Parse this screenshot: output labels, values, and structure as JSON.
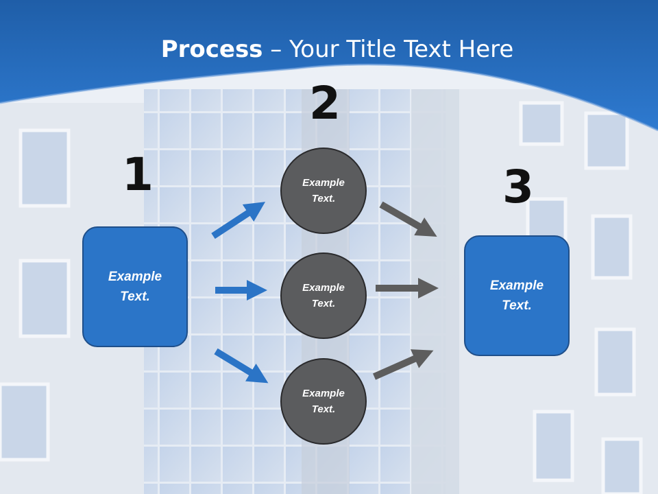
{
  "title": {
    "bold": "Process",
    "rest": " – Your Title Text Here"
  },
  "steps": {
    "one": {
      "number": "1",
      "text": "Example Text."
    },
    "two": {
      "number": "2",
      "items": [
        "Example Text.",
        "Example Text.",
        "Example Text."
      ]
    },
    "three": {
      "number": "3",
      "text": "Example Text."
    }
  },
  "colors": {
    "header_blue": "#2b74c6",
    "box_blue": "#2b75c8",
    "circle_gray": "#5b5c5e",
    "arrow_blue": "#2b74c6",
    "arrow_gray": "#5d5d5d"
  }
}
